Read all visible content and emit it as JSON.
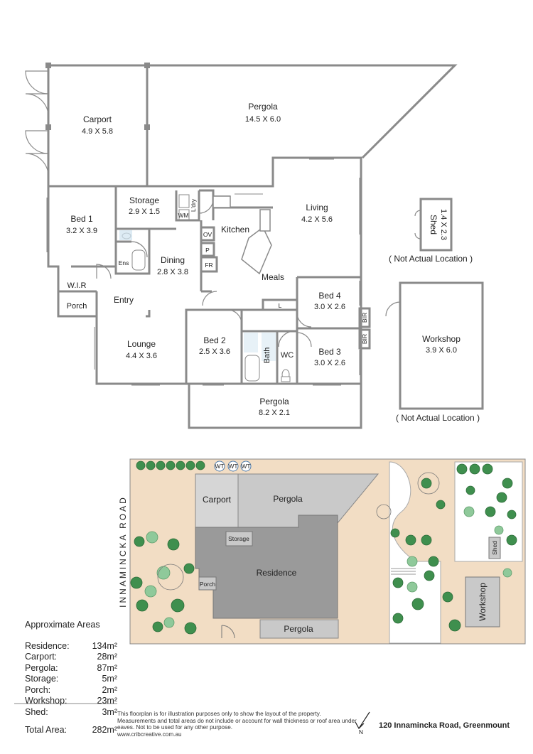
{
  "floorplan": {
    "rooms": {
      "carport": {
        "name": "Carport",
        "dim": "4.9 X 5.8"
      },
      "pergola_main": {
        "name": "Pergola",
        "dim": "14.5 X 6.0"
      },
      "bed1": {
        "name": "Bed 1",
        "dim": "3.2 X 3.9"
      },
      "storage": {
        "name": "Storage",
        "dim": "2.9 X 1.5"
      },
      "kitchen": {
        "name": "Kitchen"
      },
      "living": {
        "name": "Living",
        "dim": "4.2 X 5.6"
      },
      "dining": {
        "name": "Dining",
        "dim": "2.8 X 3.8"
      },
      "meals": {
        "name": "Meals"
      },
      "bed4": {
        "name": "Bed 4",
        "dim": "3.0 X 2.6"
      },
      "bed2": {
        "name": "Bed 2",
        "dim": "2.5 X 3.6"
      },
      "bed3": {
        "name": "Bed 3",
        "dim": "3.0 X 2.6"
      },
      "lounge": {
        "name": "Lounge",
        "dim": "4.4 X 3.6"
      },
      "pergola_small": {
        "name": "Pergola",
        "dim": "8.2 X 2.1"
      },
      "shed": {
        "name": "Shed",
        "dim": "1.4 X 2.3"
      },
      "workshop": {
        "name": "Workshop",
        "dim": "3.9 X 6.0"
      }
    },
    "labels": {
      "wir": "W.I.R",
      "porch": "Porch",
      "entry": "Entry",
      "ens": "Ens",
      "ldry": "L'dry",
      "wm": "WM",
      "ov": "OV",
      "p": "P",
      "fr": "FR",
      "l": "L",
      "bath": "Bath",
      "wc": "WC",
      "bir": "BIR"
    },
    "not_actual_location": "( Not Actual Location )"
  },
  "siteplan": {
    "road": "INNAMINCKA ROAD",
    "carport": "Carport",
    "pergola": "Pergola",
    "storage": "Storage",
    "residence": "Residence",
    "porch": "Porch",
    "pergola_small": "Pergola",
    "workshop": "Workshop",
    "shed": "Shed",
    "wt": "WT"
  },
  "areas": {
    "title": "Approximate Areas",
    "rows": [
      {
        "label": "Residence:",
        "value": "134m²"
      },
      {
        "label": "Carport:",
        "value": "28m²"
      },
      {
        "label": "Pergola:",
        "value": "87m²"
      },
      {
        "label": "Storage:",
        "value": "5m²"
      },
      {
        "label": "Porch:",
        "value": "2m²"
      },
      {
        "label": "Workshop:",
        "value": "23m²"
      },
      {
        "label": "Shed:",
        "value": "3m²"
      }
    ],
    "total_label": "Total Area:",
    "total_value": "282m²"
  },
  "disclaimer": "This floorplan is for illustration purposes only to show the layout of the property. Measurements and total areas do not include or account for wall thickness or roof area under eaves. Not to be used for any other purpose.",
  "website": "www.cribcreative.com.au",
  "address": "120 Innamincka Road, Greenmount",
  "compass": "N",
  "colors": {
    "wall": "#8a8a8a",
    "residence": "#9a9a9a",
    "pergola": "#c9c9c9",
    "lawn": "#f2ddc4",
    "tree": "#3f8f4e"
  }
}
